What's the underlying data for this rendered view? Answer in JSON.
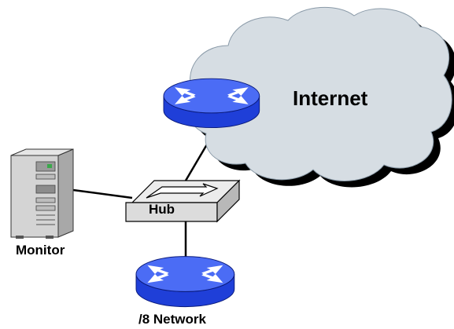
{
  "diagram": {
    "cloud_label": "Internet",
    "hub_label": "Hub",
    "monitor_label": "Monitor",
    "network_label": "/8 Network"
  },
  "colors": {
    "cloud_fill": "#d6dde3",
    "cloud_shadow": "#000000",
    "router_top": "#4b6cf5",
    "router_side": "#1f3fd8",
    "hub_fill": "#e3e3e3",
    "server_fill": "#d4d4d4",
    "link": "#000000"
  },
  "icons": [
    "cloud-icon",
    "router-icon",
    "hub-icon",
    "server-icon"
  ]
}
